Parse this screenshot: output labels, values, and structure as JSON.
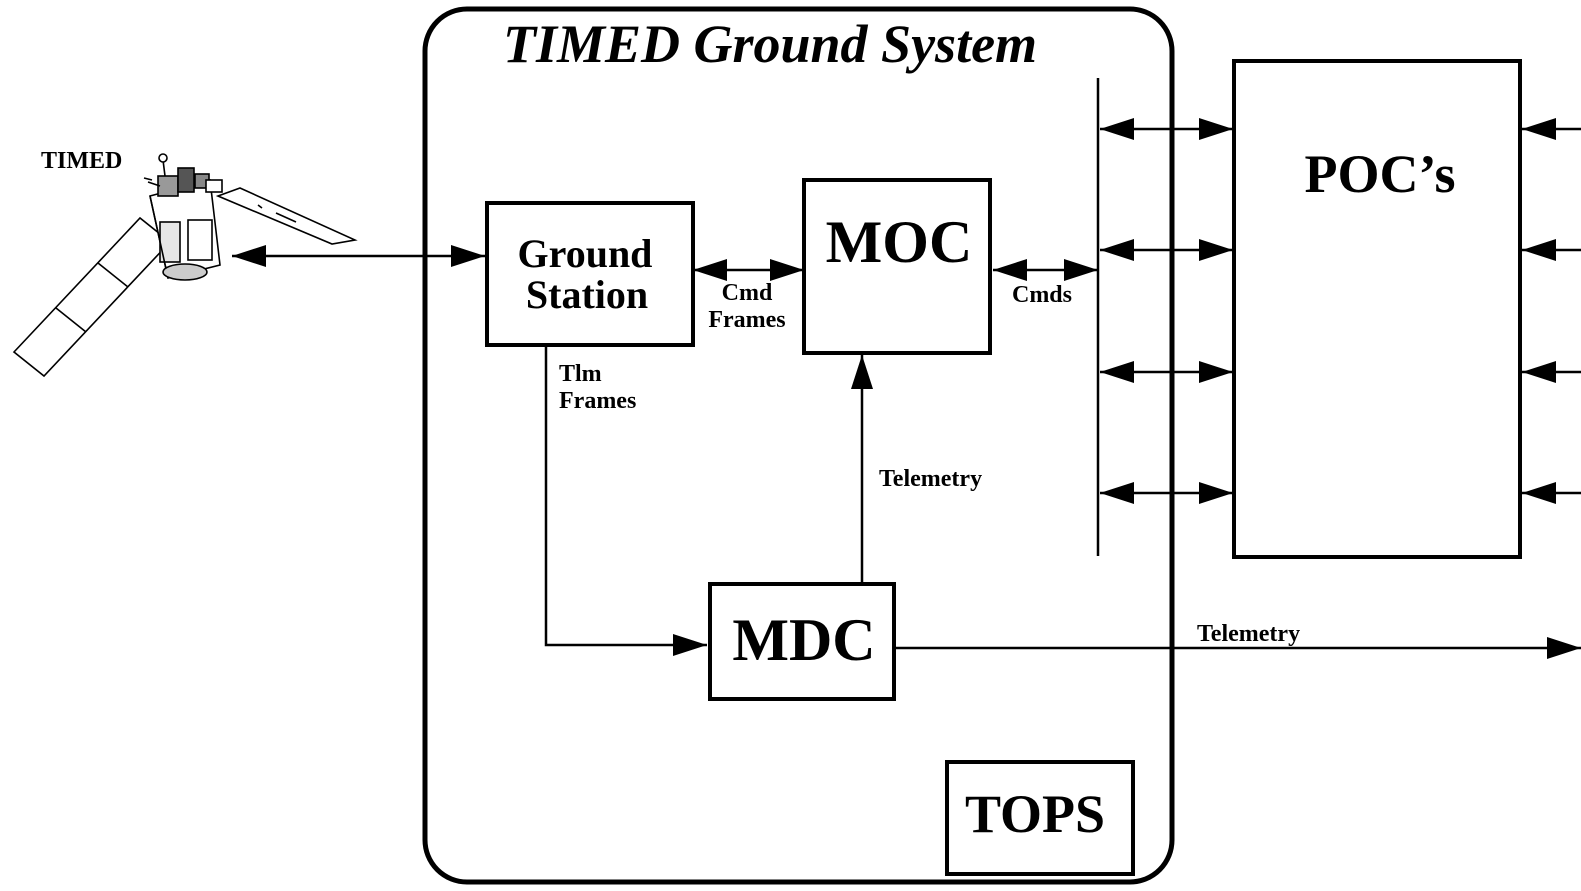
{
  "diagram": {
    "title": "TIMED Ground System",
    "satellite_label": "TIMED",
    "nodes": {
      "ground_station": [
        "Ground",
        "Station"
      ],
      "moc": "MOC",
      "mdc": "MDC",
      "pocs": "POC’s",
      "tops": "TOPS"
    },
    "edge_labels": {
      "cmd_frames": [
        "Cmd",
        "Frames"
      ],
      "tlm_frames": [
        "Tlm",
        "Frames"
      ],
      "cmds": "Cmds",
      "telemetry_mdc_moc": "Telemetry",
      "telemetry_out": "Telemetry"
    },
    "icons": [
      "satellite-icon"
    ],
    "colors": {
      "ink": "#000000",
      "background": "#ffffff"
    }
  }
}
